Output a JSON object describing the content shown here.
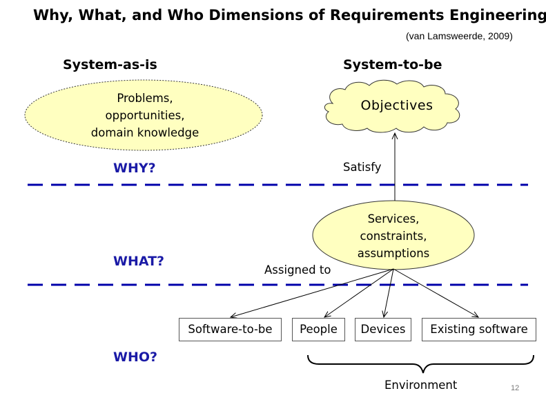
{
  "title": "Why, What, and Who Dimensions of Requirements Engineering",
  "citation": "(van Lamsweerde, 2009)",
  "columns": {
    "as_is": "System-as-is",
    "to_be": "System-to-be"
  },
  "dimensions": {
    "why": "WHY?",
    "what": "WHAT?",
    "who": "WHO?"
  },
  "nodes": {
    "problems": [
      "Problems,",
      "opportunities,",
      "domain knowledge"
    ],
    "objectives": "Objectives",
    "services": [
      "Services,",
      "constraints,",
      "assumptions"
    ]
  },
  "edges": {
    "satisfy": "Satisfy",
    "assigned_to": "Assigned to"
  },
  "agents": {
    "software_to_be": "Software-to-be",
    "people": "People",
    "devices": "Devices",
    "existing_software": "Existing software"
  },
  "environment": "Environment",
  "page_number": "12",
  "colors": {
    "node_fill": "#ffffc0",
    "dimension_text": "#1a1aa6",
    "dashed_line": "#0000aa"
  }
}
